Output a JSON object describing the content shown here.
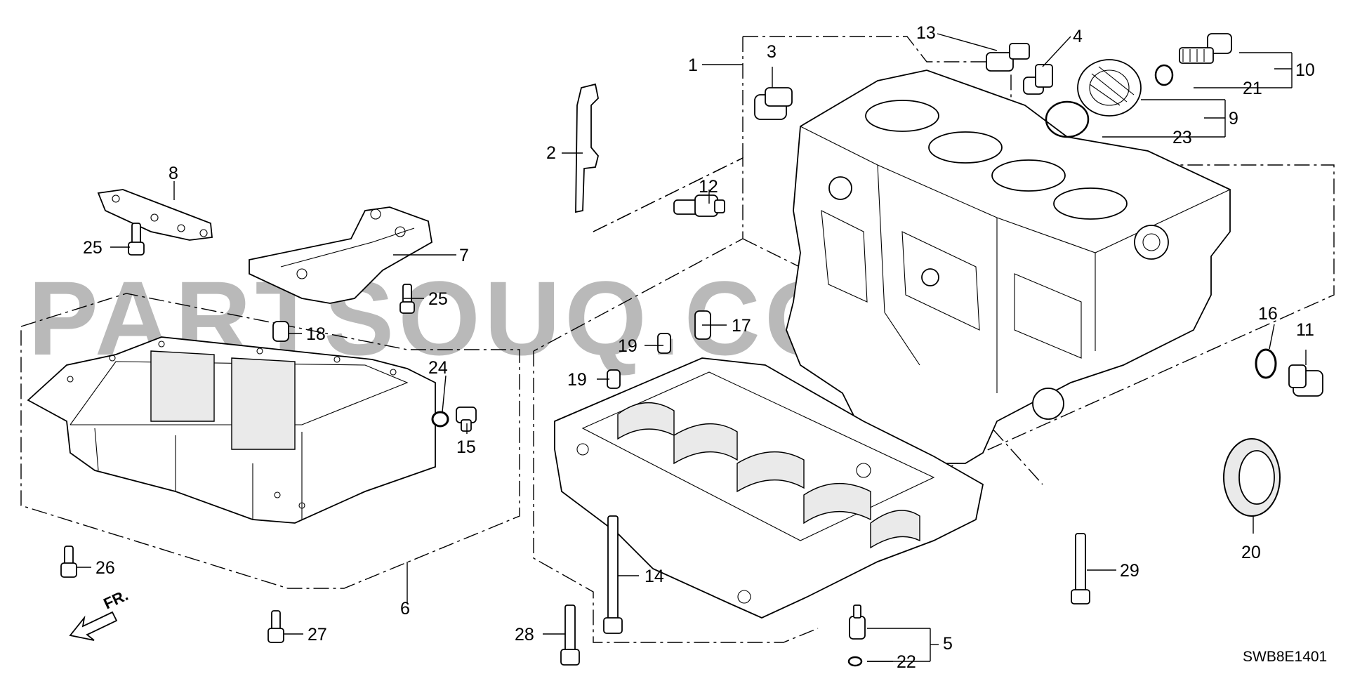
{
  "watermark": "PARTSOUQ.COM",
  "diagram_code": "SWB8E1401",
  "direction_label": "FR.",
  "callouts": {
    "c1": "1",
    "c2": "2",
    "c3": "3",
    "c4": "4",
    "c5": "5",
    "c6": "6",
    "c7": "7",
    "c8": "8",
    "c9": "9",
    "c10": "10",
    "c11": "11",
    "c12": "12",
    "c13": "13",
    "c14": "14",
    "c15": "15",
    "c16": "16",
    "c17": "17",
    "c18": "18",
    "c19a": "19",
    "c19b": "19",
    "c20": "20",
    "c21": "21",
    "c22": "22",
    "c23": "23",
    "c24": "24",
    "c25a": "25",
    "c25b": "25",
    "c26": "26",
    "c27": "27",
    "c28": "28",
    "c29": "29"
  }
}
